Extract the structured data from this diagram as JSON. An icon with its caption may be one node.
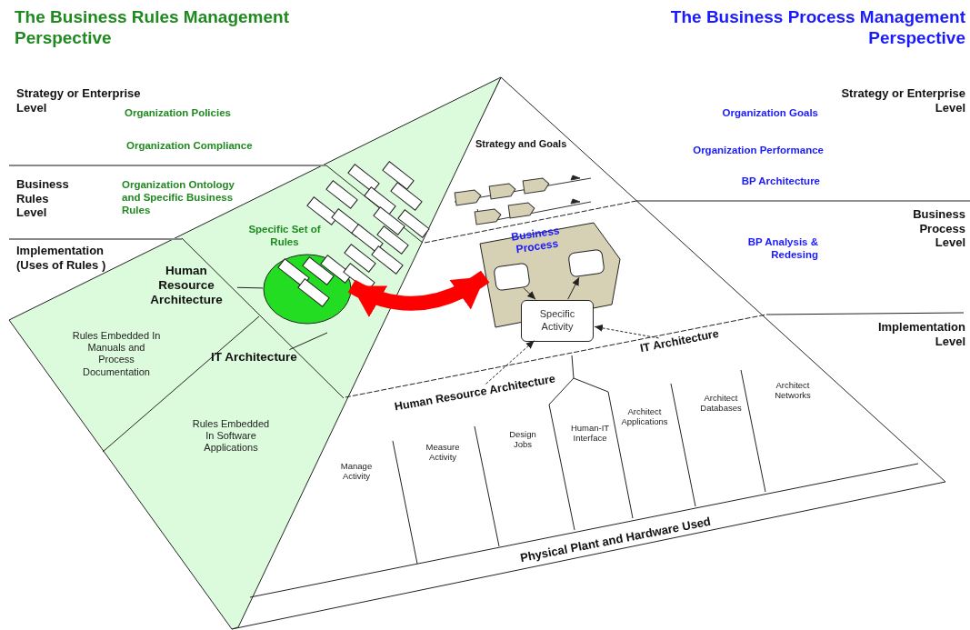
{
  "diagram": {
    "nodes": [
      {
        "text": [
          "Specific Set of Rules"
        ]
      },
      {
        "text": [
          "Human Resource Architecture"
        ]
      },
      {
        "text": [
          "IT Architecture"
        ]
      },
      {
        "text": [
          "Business Process"
        ]
      },
      {
        "text": [],
        "shape": "box",
        "in": 3
      },
      {
        "text": [],
        "shape": "box",
        "in": 3
      },
      {
        "text": [
          "Specific Activity"
        ]
      },
      {
        "text": [
          "Human Resource Architecture"
        ]
      },
      {
        "text": [
          "IT Architecture"
        ]
      }
    ],
    "edges": [
      {
        "from": 1,
        "to": 0,
        "arrow": "none"
      },
      {
        "from": 2,
        "to": null,
        "arrow": "none"
      },
      {
        "from": 0,
        "to": 3,
        "arrow": "both",
        "style": "thick",
        "color": "#ff0000"
      },
      {
        "from": 4,
        "to": 6,
        "arrow": "to"
      },
      {
        "from": 6,
        "to": 5,
        "arrow": "to"
      },
      {
        "from": 7,
        "to": 6,
        "arrow": "to",
        "style": "dashed"
      },
      {
        "from": 8,
        "to": 6,
        "arrow": "to",
        "style": "dashed"
      }
    ],
    "labels": [
      "The Business Rules Management Perspective",
      "The Business Process Management Perspective",
      "Strategy or Enterprise Level",
      "Organization Policies",
      "Strategy and Goals",
      "Strategy or Enterprise Level",
      "Organization Goals",
      "Organization Compliance",
      "Organization Performance",
      "Business Rules Level",
      "Organization Ontology and Specific Business Rules",
      "BP Architecture",
      "Business Process Level",
      "Implementation (Uses of Rules )",
      "BP Analysis & Redesing",
      "Implementation Level",
      "Rules Embedded In Manuals and Process Documentation",
      "Rules Embedded In Software Applications",
      "Manage Activity",
      "Measure Activity",
      "Design Jobs",
      "Human-IT Interface",
      "Architect Applications",
      "Architect Databases",
      "Architect Networks",
      "Physical Plant and Hardware Used"
    ]
  }
}
